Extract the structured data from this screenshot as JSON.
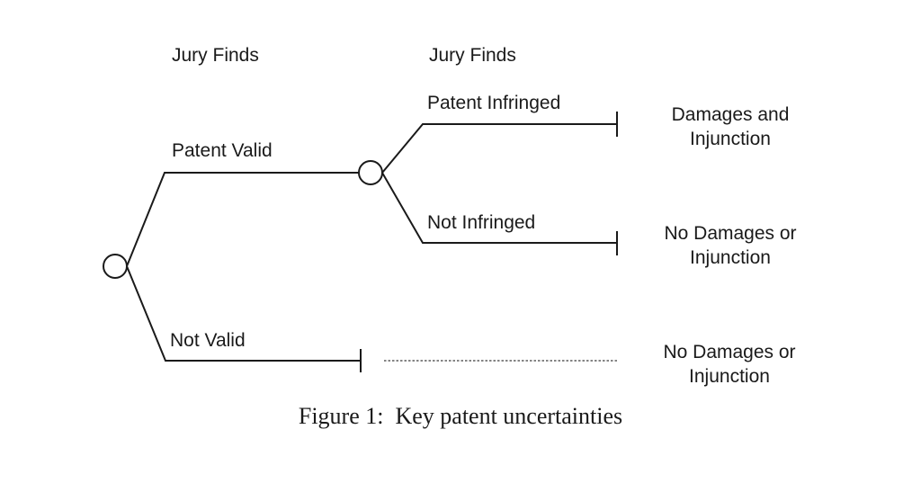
{
  "colors": {
    "background": "#ffffff",
    "line": "#1a1a1a",
    "text": "#1a1a1a"
  },
  "stage_headers": {
    "first": "Jury Finds",
    "second": "Jury Finds"
  },
  "branches": {
    "patent_valid": "Patent Valid",
    "not_valid": "Not Valid",
    "patent_infringed": "Patent Infringed",
    "not_infringed": "Not Infringed"
  },
  "outcomes": [
    {
      "line1": "Damages and",
      "line2": "Injunction"
    },
    {
      "line1": "No Damages or",
      "line2": "Injunction"
    },
    {
      "line1": "No Damages or",
      "line2": "Injunction"
    }
  ],
  "caption": "Figure 1:  Key patent uncertainties"
}
